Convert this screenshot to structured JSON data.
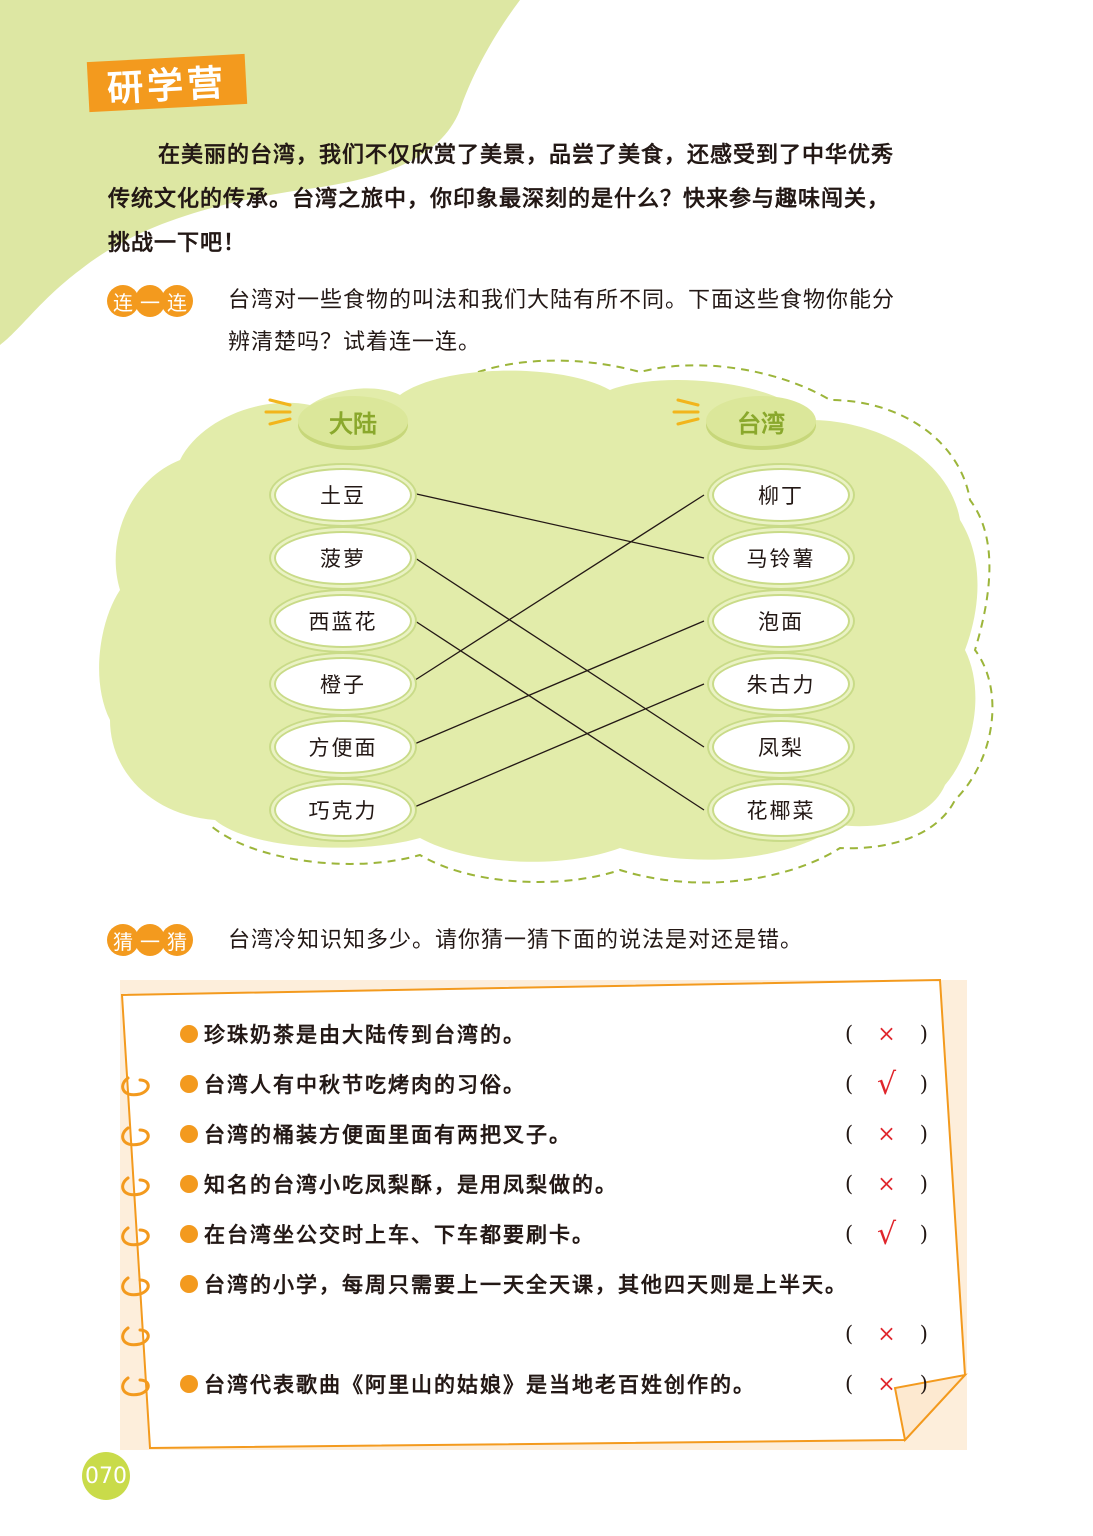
{
  "section_title": "研学营",
  "intro": {
    "line1": "在美丽的台湾，我们不仅欣赏了美景，品尝了美食，还感受到了中华优秀",
    "line2": "传统文化的传承。台湾之旅中，你印象最深刻的是什么？快来参与趣味闯关，",
    "line3": "挑战一下吧！"
  },
  "match": {
    "badge": [
      "连",
      "一",
      "连"
    ],
    "text_line1": "台湾对一些食物的叫法和我们大陆有所不同。下面这些食物你能分",
    "text_line2": "辨清楚吗？试着连一连。",
    "left_head": "大陆",
    "right_head": "台湾",
    "left_items": [
      "土豆",
      "菠萝",
      "西蓝花",
      "橙子",
      "方便面",
      "巧克力"
    ],
    "right_items": [
      "柳丁",
      "马铃薯",
      "泡面",
      "朱古力",
      "凤梨",
      "花椰菜"
    ],
    "connections": [
      [
        0,
        1
      ],
      [
        1,
        4
      ],
      [
        2,
        5
      ],
      [
        3,
        0
      ],
      [
        4,
        2
      ],
      [
        5,
        3
      ]
    ]
  },
  "guess": {
    "badge": [
      "猜",
      "一",
      "猜"
    ],
    "text": "台湾冷知识知多少。请你猜一猜下面的说法是对还是错。",
    "paren_open": "(",
    "paren_close": ")",
    "items": [
      {
        "text": "珍珠奶茶是由大陆传到台湾的。",
        "mark": "×"
      },
      {
        "text": "台湾人有中秋节吃烤肉的习俗。",
        "mark": "√"
      },
      {
        "text": "台湾的桶装方便面里面有两把叉子。",
        "mark": "×"
      },
      {
        "text": "知名的台湾小吃凤梨酥，是用凤梨做的。",
        "mark": "×"
      },
      {
        "text": "在台湾坐公交时上车、下车都要刷卡。",
        "mark": "√"
      },
      {
        "text": "台湾的小学，每周只需要上一天全天课，其他四天则是上半天。",
        "mark": "×"
      },
      {
        "text": "台湾代表歌曲《阿里山的姑娘》是当地老百姓创作的。",
        "mark": "×"
      }
    ]
  },
  "page_number": "070",
  "colors": {
    "accent": "#f39a1e",
    "green": "#c9db4a",
    "light_green": "#e2ecaa",
    "check": "#e0262c"
  }
}
